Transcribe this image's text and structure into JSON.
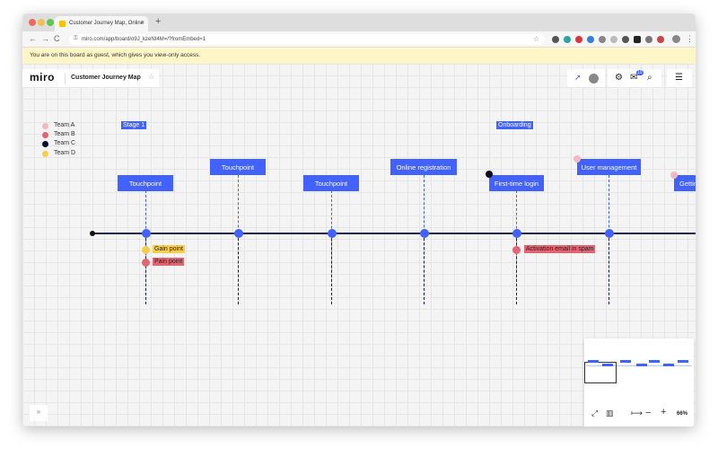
{
  "browser": {
    "tab_title": "Customer Journey Map, Online",
    "tab_close": "×",
    "new_tab": "+",
    "url": "miro.com/app/board/o9J_kzeNt4M=/?fromEmbed=1",
    "back": "←",
    "forward": "→",
    "reload": "C",
    "lock": "🔒",
    "star": "☆",
    "menu": "⋮"
  },
  "banner": {
    "text": "You are on this board as guest, which gives you view-only access."
  },
  "header": {
    "logo": "miro",
    "board_title": "Customer Journey Map",
    "star": "☆",
    "notification_count": "10"
  },
  "legend": [
    {
      "label": "Team A",
      "color": "#f5b8c0"
    },
    {
      "label": "Team B",
      "color": "#e56472"
    },
    {
      "label": "Team C",
      "color": "#0d0f26"
    },
    {
      "label": "Team D",
      "color": "#f7cd4a"
    }
  ],
  "stages": [
    {
      "label": "Stage 1"
    },
    {
      "label": "Onboarding"
    }
  ],
  "cards": [
    {
      "label": "Touchpoint"
    },
    {
      "label": "Touchpoint"
    },
    {
      "label": "Touchpoint"
    },
    {
      "label": "Online registration"
    },
    {
      "label": "First-time login"
    },
    {
      "label": "User management"
    },
    {
      "label": "Getting"
    }
  ],
  "points": [
    {
      "label": "Gain point",
      "color": "#f7cd4a"
    },
    {
      "label": "Pain point",
      "color": "#e56472"
    },
    {
      "label": "Activation email in spam",
      "color": "#e56472"
    }
  ],
  "minimap": {
    "zoom": "66%",
    "zoom_in": "+",
    "zoom_out": "−",
    "fit": "⟼"
  },
  "sidebar_toggle": "»",
  "colors": {
    "accent": "#4262ff",
    "timeline": "#1a1f4d",
    "banner": "#fef6c7"
  }
}
